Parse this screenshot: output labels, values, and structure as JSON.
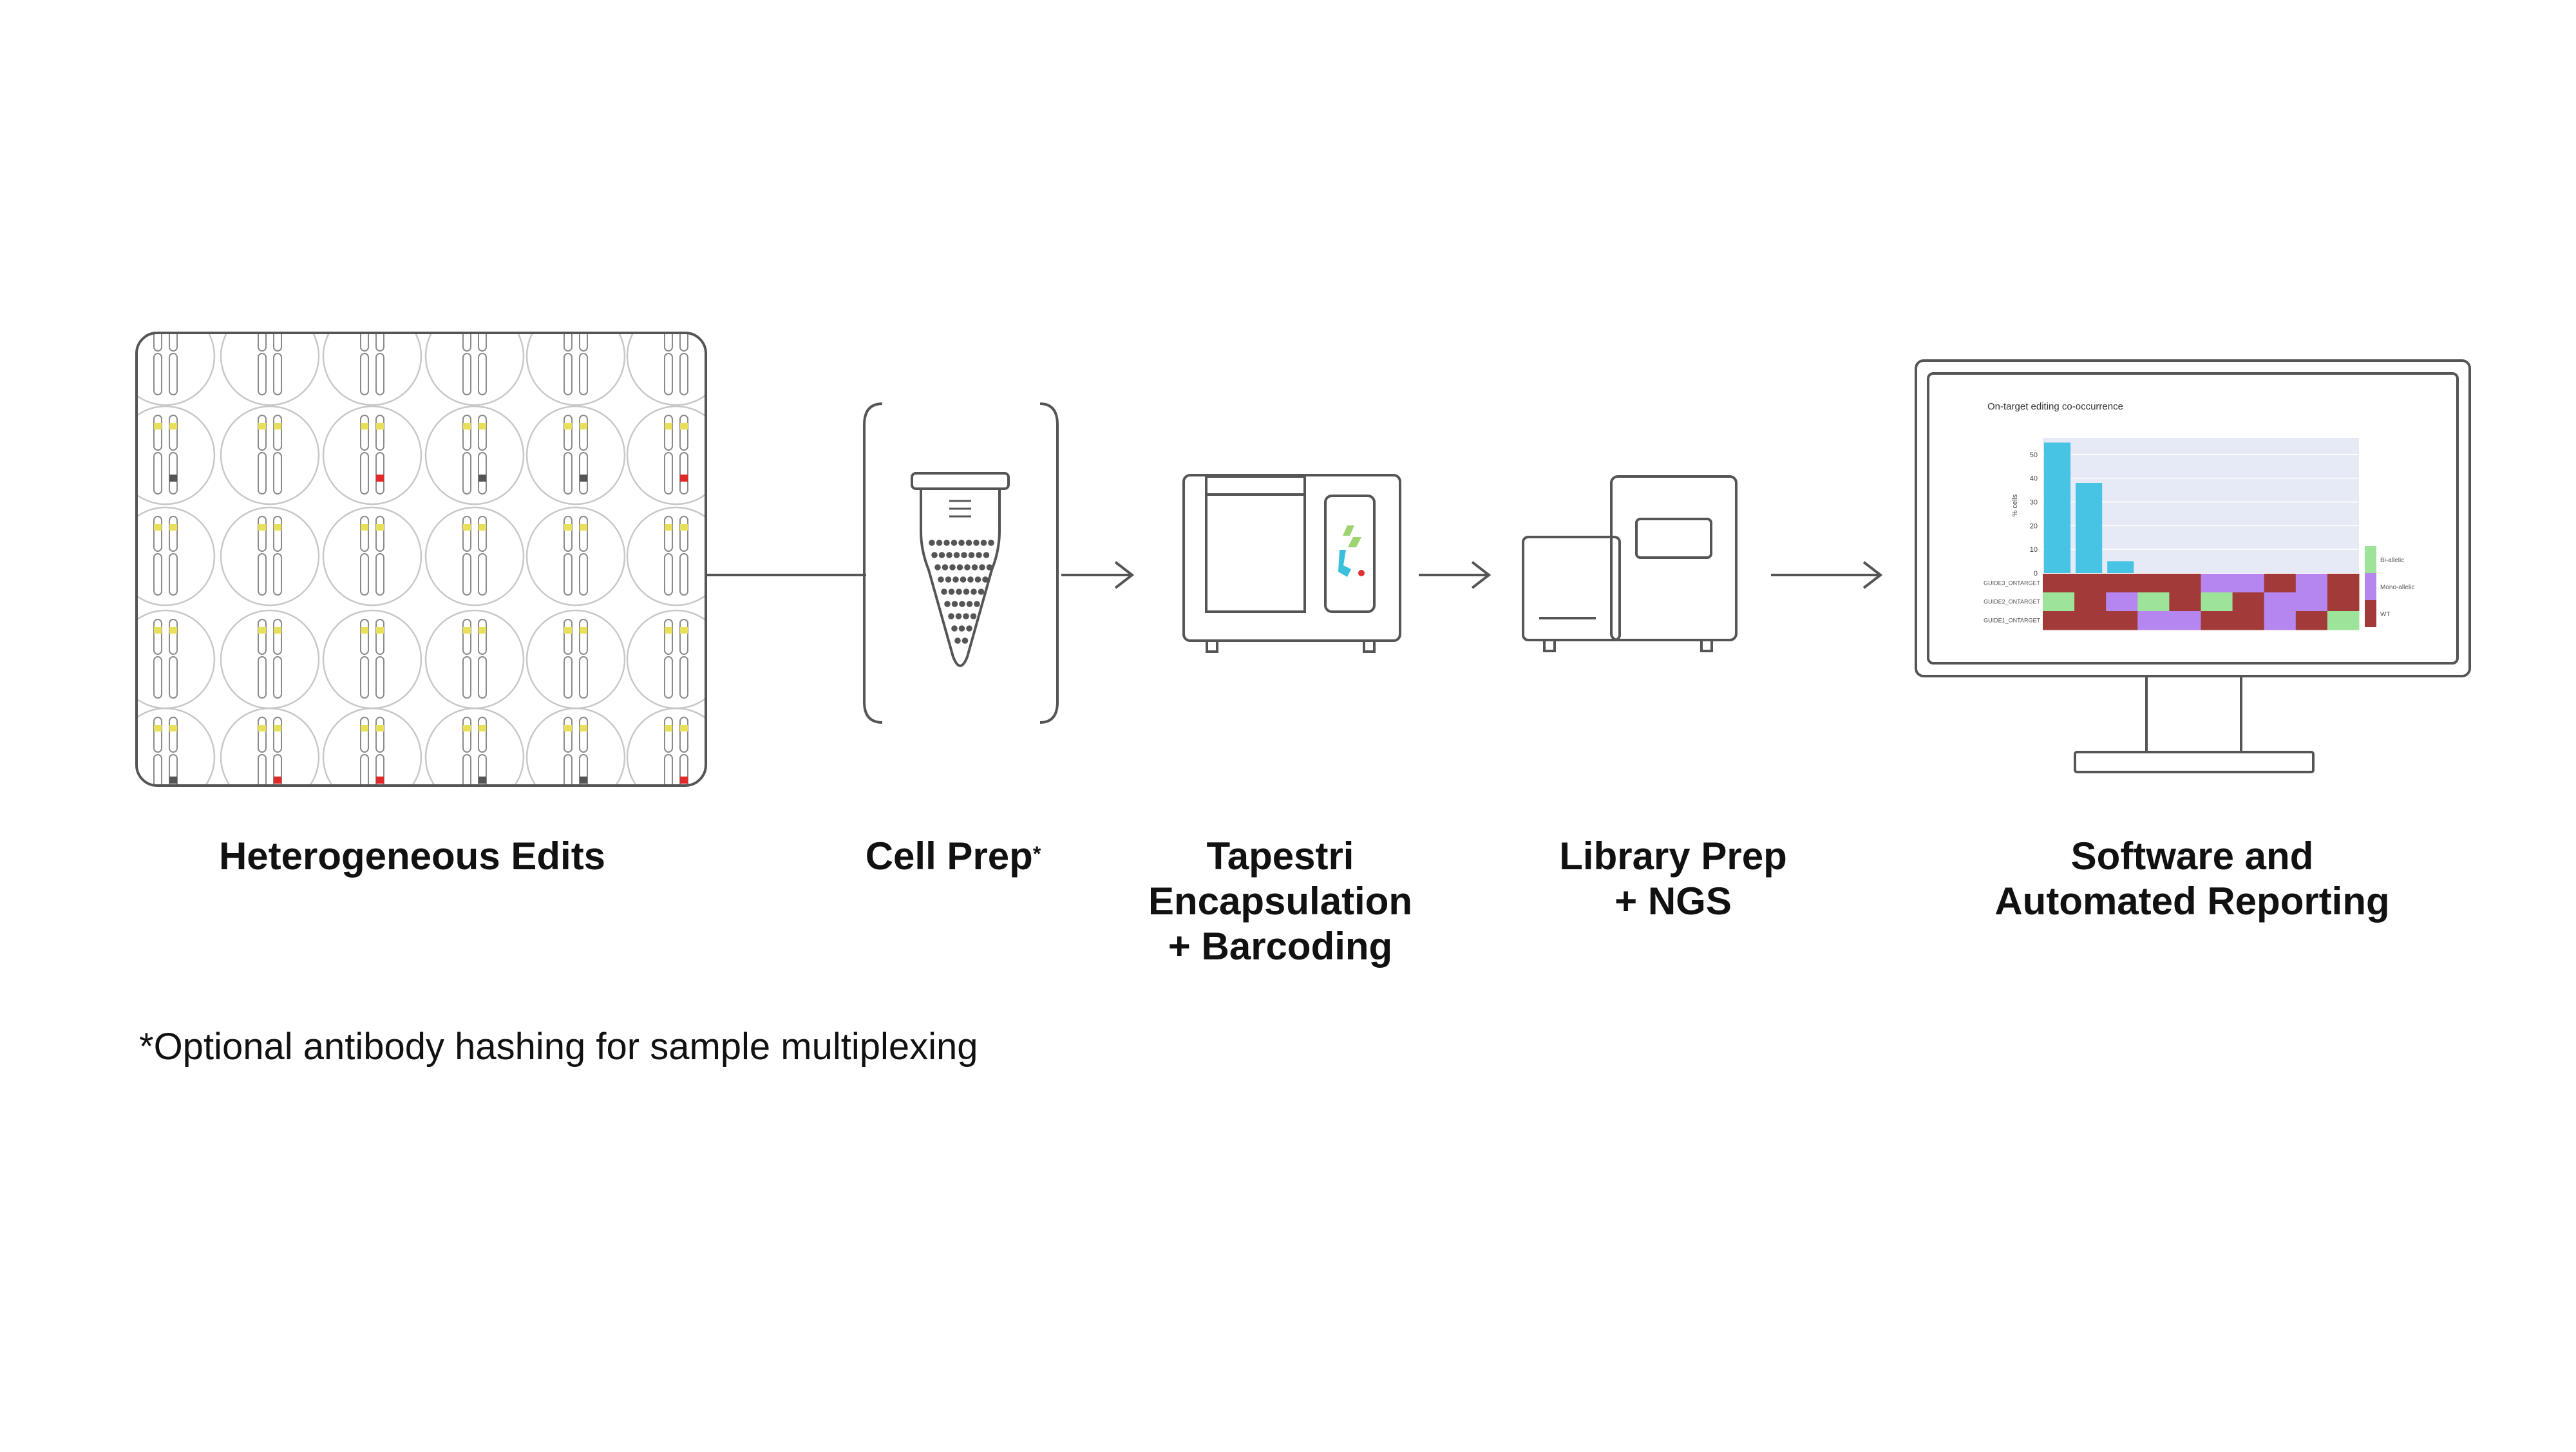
{
  "colors": {
    "line": "#555555",
    "gene_yellow": "#e8e05a",
    "edit_gray": "#555555",
    "edit_red": "#e02a2a",
    "tube_dot": "#555555",
    "logo_green": "#9fd372",
    "logo_blue": "#3cbfdc",
    "logo_red": "#e03030",
    "bar_blue": "#47c3e3",
    "plot_bg": "#e6eaf6",
    "heat_red": "#a33a3a",
    "heat_purple": "#b585f0",
    "heat_green": "#9ee39a"
  },
  "icons": {
    "panel": "cell-grid-icon",
    "cell_prep": "tube-icon",
    "encapsulation": "tapestri-instrument-icon",
    "library": "sequencer-icon",
    "software": "monitor-icon",
    "arrow": "arrow-right-icon"
  },
  "cell_grid": {
    "rows": [
      [
        "none",
        "none",
        "none",
        "none",
        "none",
        "none"
      ],
      [
        "gray",
        "none",
        "red",
        "gray",
        "gray",
        "red"
      ],
      [
        "none",
        "none",
        "none",
        "none",
        "none",
        "none"
      ],
      [
        "none",
        "none",
        "none",
        "none",
        "none",
        "none"
      ],
      [
        "gray",
        "red",
        "red",
        "gray",
        "gray",
        "red"
      ]
    ]
  },
  "steps": [
    {
      "lines": [
        "Heterogeneous Edits"
      ],
      "sup": ""
    },
    {
      "lines": [
        "Cell Prep"
      ],
      "sup": "*"
    },
    {
      "lines": [
        "Tapestri",
        "Encapsulation",
        "+ Barcoding"
      ],
      "sup": ""
    },
    {
      "lines": [
        "Library Prep",
        "+ NGS"
      ],
      "sup": ""
    },
    {
      "lines": [
        "Software and",
        "Automated Reporting"
      ],
      "sup": ""
    }
  ],
  "footnote": "*Optional antibody hashing for sample multiplexing",
  "chart_data": {
    "type": "bar",
    "title": "On-target editing co-occurrence",
    "ylabel": "% cells",
    "yticks": [
      0,
      10,
      20,
      30,
      40,
      50
    ],
    "ylim": [
      0,
      57
    ],
    "values": [
      55,
      38,
      5
    ],
    "heatmap": {
      "rows": [
        "GUIDE3_ONTARGET",
        "GUIDE2_ONTARGET",
        "GUIDE1_ONTARGET"
      ],
      "cells": [
        [
          "wt",
          "wt",
          "wt",
          "wt",
          "wt",
          "mono",
          "mono",
          "wt",
          "mono",
          "wt"
        ],
        [
          "bi",
          "wt",
          "mono",
          "bi",
          "wt",
          "bi",
          "wt",
          "mono",
          "mono",
          "wt"
        ],
        [
          "wt",
          "wt",
          "wt",
          "mono",
          "mono",
          "wt",
          "wt",
          "mono",
          "wt",
          "bi"
        ]
      ]
    },
    "legend": [
      {
        "key": "bi",
        "label": "Bi-allelic",
        "color": "#9ee39a"
      },
      {
        "key": "mono",
        "label": "Mono-allelic",
        "color": "#b585f0"
      },
      {
        "key": "wt",
        "label": "WT",
        "color": "#a33a3a"
      }
    ]
  }
}
